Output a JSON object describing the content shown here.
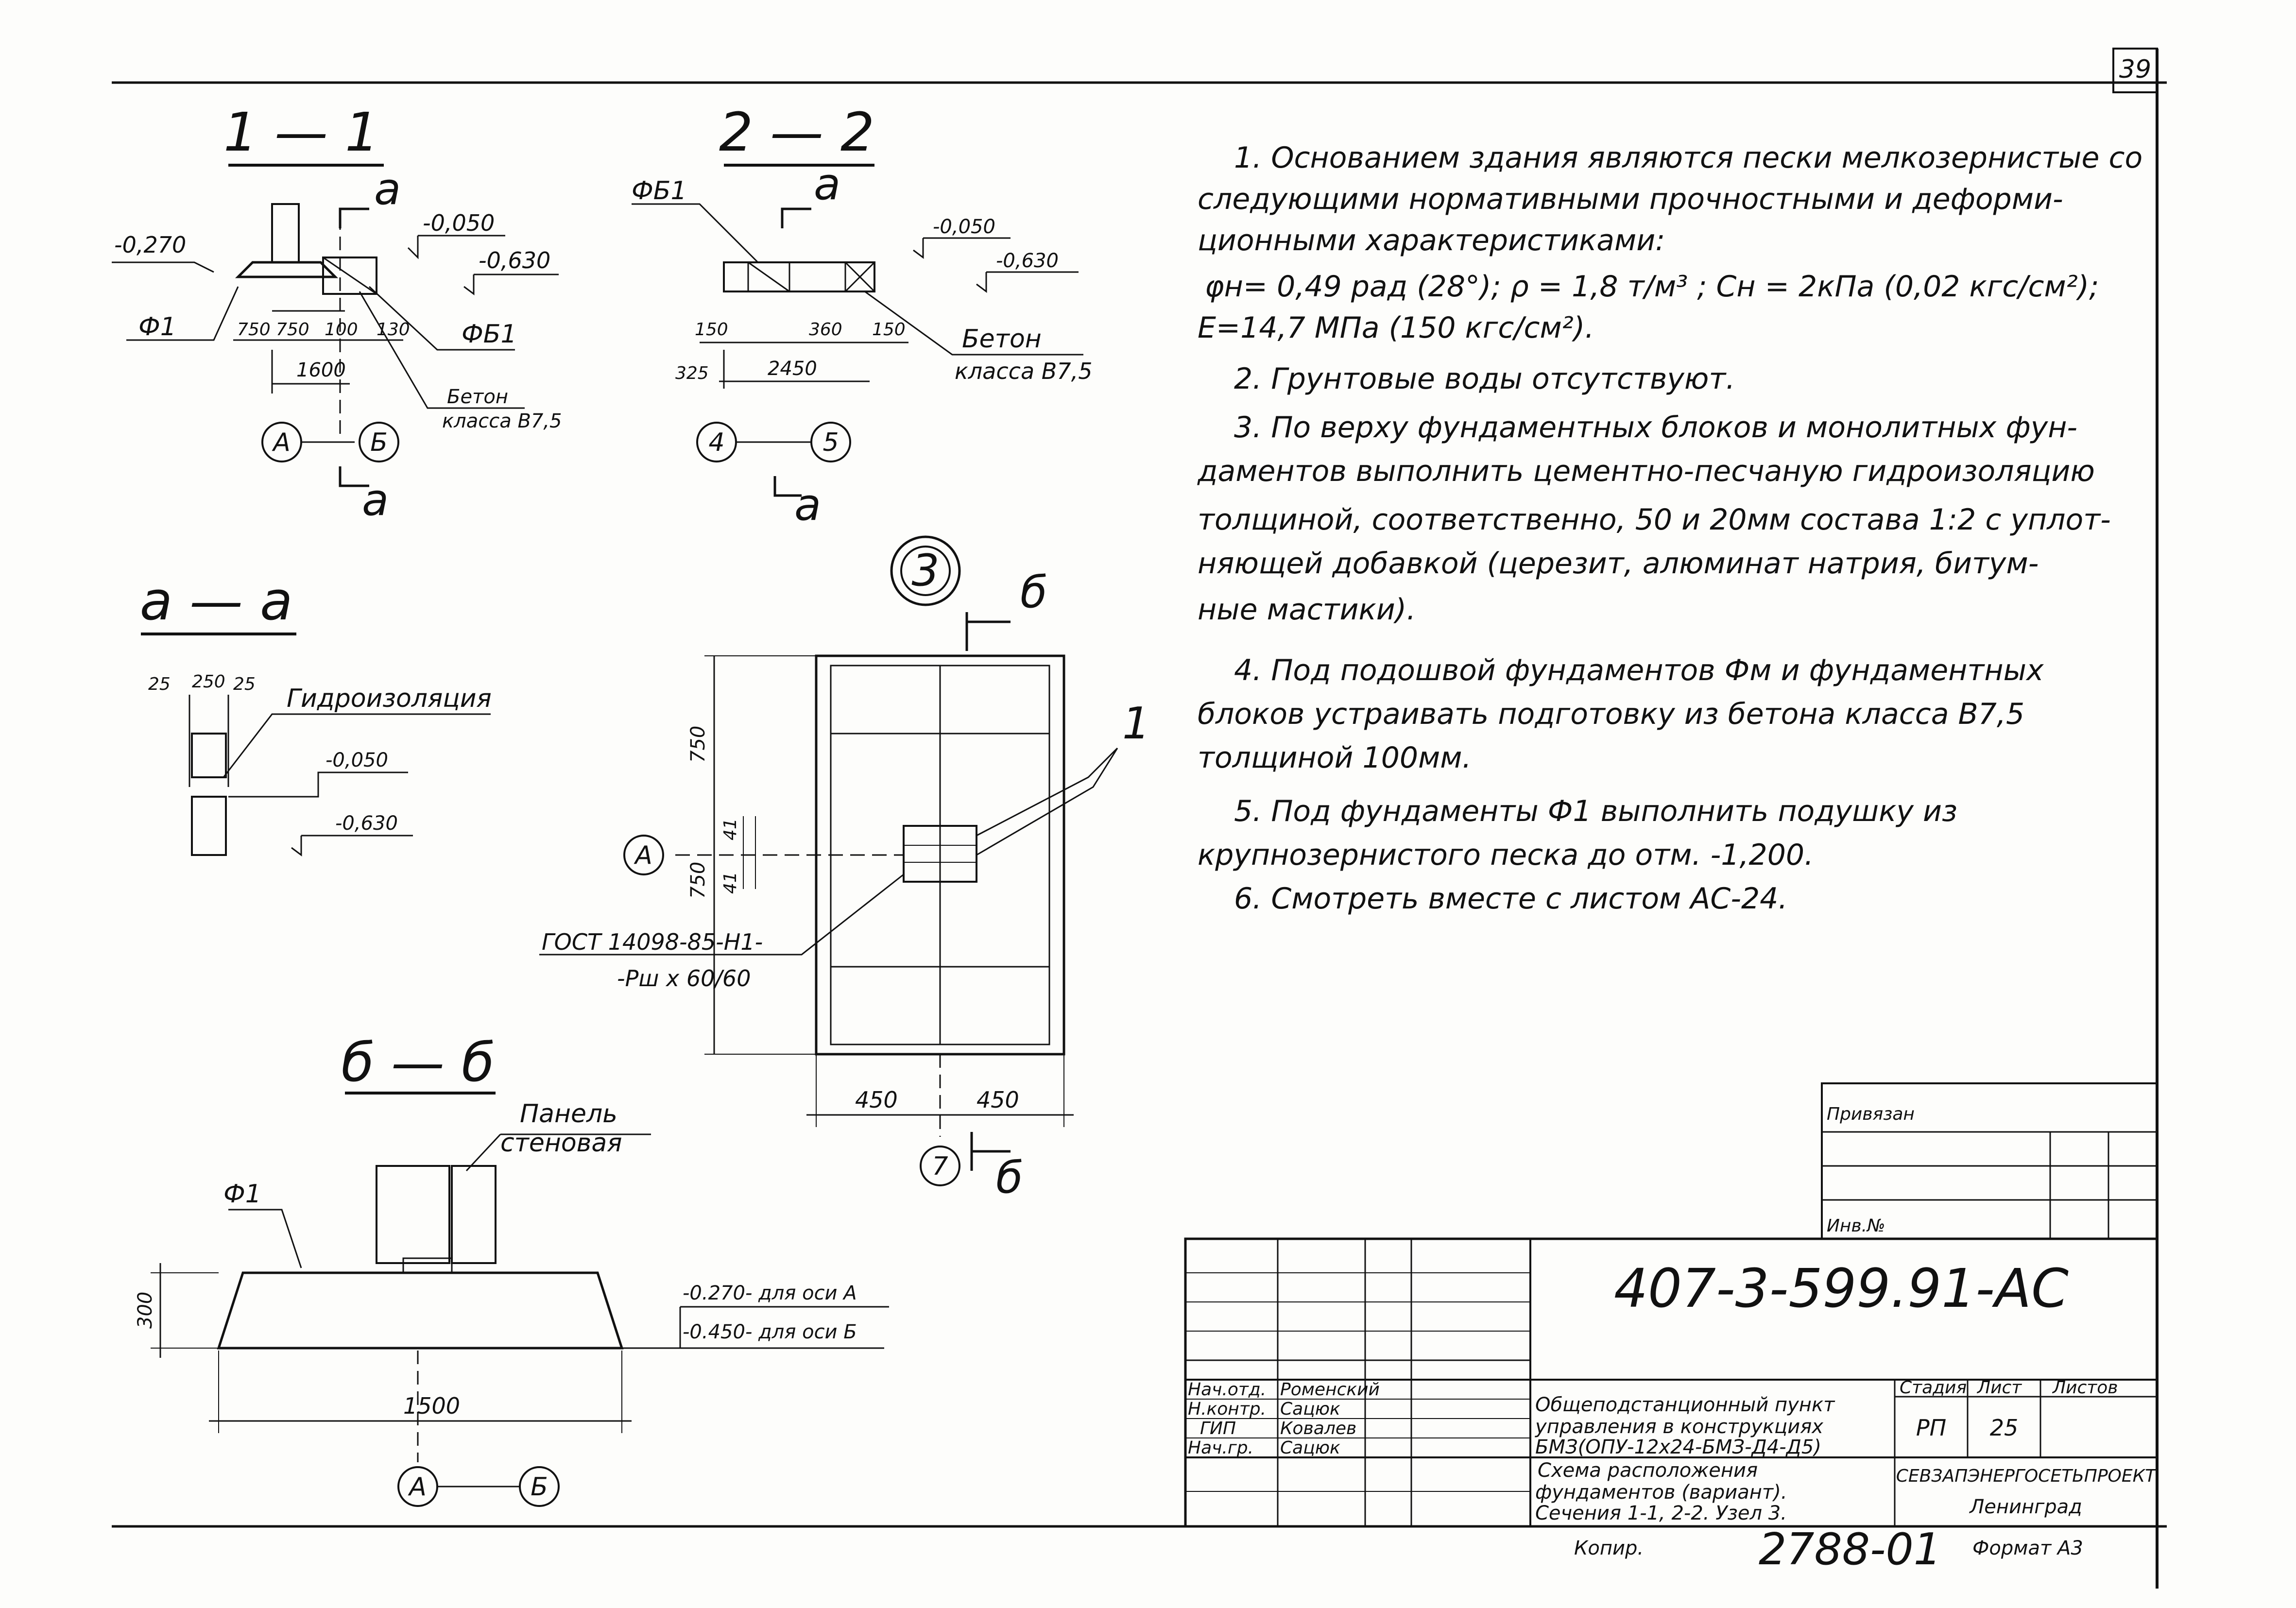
{
  "page_number": "39",
  "sections": {
    "s11": {
      "title": "1 — 1",
      "mark_left": "-0,270",
      "mark_top": "-0,050",
      "mark_bottom": "-0,630",
      "footing": "Ф1",
      "block": "ФБ1",
      "dims": [
        "750",
        "750",
        "100",
        "130"
      ],
      "total": "1600",
      "concrete": [
        "Бетон",
        "класса В7,5"
      ],
      "axis_a": "А",
      "axis_b": "Б",
      "cut": "а"
    },
    "s22": {
      "title": "2 — 2",
      "block": "ФБ1",
      "mark_top": "-0,050",
      "mark_bottom": "-0,630",
      "dims": [
        "150",
        "360",
        "150"
      ],
      "dim_325": "325",
      "total": "2450",
      "concrete": [
        "Бетон",
        "класса В7,5"
      ],
      "axis_4": "4",
      "axis_5": "5",
      "cut": "а"
    },
    "saa": {
      "title": "а — а",
      "dims": [
        "25",
        "250",
        "25"
      ],
      "label": "Гидроизоляция",
      "mark_top": "-0,050",
      "mark_bottom": "-0,630"
    },
    "node3": {
      "number": "3",
      "cut": "б",
      "dim_top": "750",
      "dim_bottom": "750",
      "gap": [
        "41",
        "41"
      ],
      "item": "1",
      "gost": [
        "ГОСТ 14098-85-Н1-",
        "-Рш x 60/60"
      ],
      "dims_bottom": [
        "450",
        "450"
      ],
      "axis_a": "А",
      "axis_7": "7"
    },
    "sbb": {
      "title": "б — б",
      "panel": [
        "Панель",
        "стеновая"
      ],
      "footing": "Ф1",
      "height": "300",
      "mark_1": "-0.270- для оси А",
      "mark_2": "-0.450- для оси Б",
      "width": "1500",
      "axis_a": "А",
      "axis_b": "Б"
    }
  },
  "notes": [
    "1. Основанием здания являются пески мелкозернистые со",
    "следующими нормативными прочностными и деформи-",
    "ционными характеристиками:",
    "φн= 0,49 рад (28°); ρ = 1,8 т/м³ ; Сн = 2кПа (0,02 кгс/см²);",
    "Е=14,7 МПа (150 кгс/см²).",
    "2. Грунтовые воды отсутствуют.",
    "3. По верху фундаментных блоков и монолитных фун-",
    "даментов выполнить цементно-песчаную гидроизоляцию",
    "толщиной, соответственно, 50 и 20мм состава 1:2 с уплот-",
    "няющей добавкой (церезит, алюминат натрия, битум-",
    "ные мастики).",
    "4. Под подошвой фундаментов Фм и фундаментных",
    "блоков устраивать подготовку из бетона класса В7,5",
    "толщиной 100мм.",
    "5. Под фундаменты Ф1 выполнить подушку из",
    "крупнозернистого песка до отм. -1,200.",
    "6. Смотреть вместе с листом АС-24."
  ],
  "stamp": {
    "privyazan": "Привязан",
    "inv": "Инв.№",
    "code": "407-3-599.91-АС",
    "rows": [
      {
        "role": "Нач.отд.",
        "name": "Роменский"
      },
      {
        "role": "Н.контр.",
        "name": "Сацюк"
      },
      {
        "role": "ГИП",
        "name": "Ковалев"
      },
      {
        "role": "Нач.гр.",
        "name": "Сацюк"
      }
    ],
    "project": [
      "Общеподстанционный пункт",
      "управления в конструкциях",
      "БМЗ(ОПУ-12х24-БМЗ-Д4-Д5)"
    ],
    "stage_h": "Стадия",
    "sheet_h": "Лист",
    "sheets_h": "Листов",
    "stage": "РП",
    "sheet": "25",
    "title": [
      "Схема расположения",
      "фундаментов (вариант).",
      "Сечения 1-1, 2-2. Узел 3."
    ],
    "org": "СЕВЗАПЭНЕРГОСЕТЬПРОЕКТ",
    "city": "Ленинград",
    "copied": "Копир.",
    "number": "2788-01",
    "format": "Формат А3"
  }
}
